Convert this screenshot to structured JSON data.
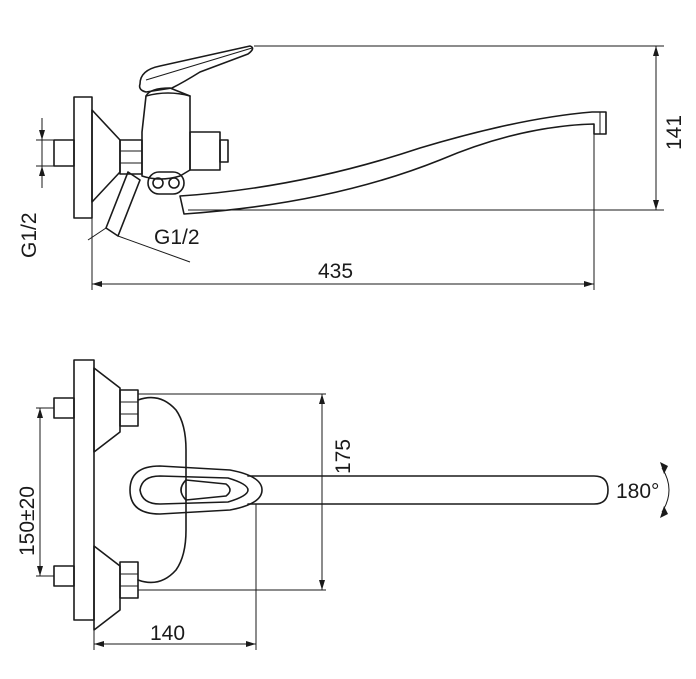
{
  "labels": {
    "thread_vertical": "G1/2",
    "thread_diagonal": "G1/2",
    "total_length": "435",
    "height": "141",
    "spacing": "150±20",
    "depth": "175",
    "projection": "140",
    "rotation": "180°"
  }
}
